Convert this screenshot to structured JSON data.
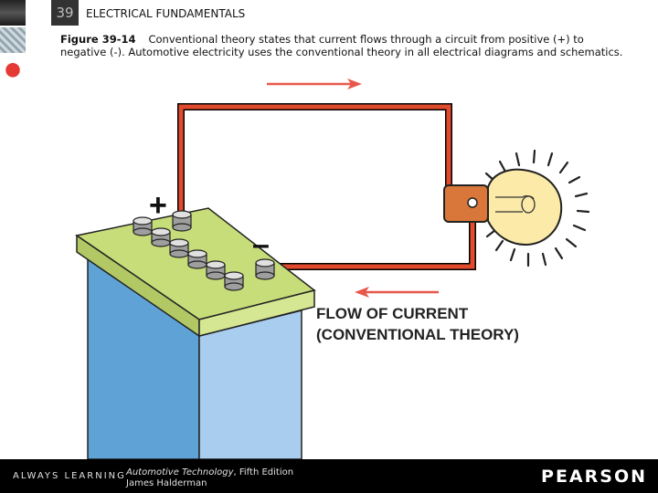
{
  "header": {
    "chapter_number": "39",
    "deck_title": "ELECTRICAL FUNDAMENTALS"
  },
  "caption": {
    "figure_label": "Figure 39-14",
    "text": "Conventional theory states that current flows through a circuit from positive (+) to negative (-). Automotive electricity uses the conventional theory in all electrical diagrams and schematics."
  },
  "diagram": {
    "plus_symbol": "+",
    "minus_symbol": "–",
    "label_line1": "FLOW OF CURRENT",
    "label_line2": "(CONVENTIONAL THEORY)",
    "wire_color": "#e04b2e",
    "arrow_color": "#e8584a",
    "battery_top_color": "#c7dd79",
    "battery_body_color": "#5fa3d6",
    "bulb_glass_color": "#fbeaa8",
    "bulb_base_color": "#d9773a"
  },
  "footer": {
    "always_learning": "ALWAYS LEARNING",
    "book_title": "Automotive Technology",
    "book_edition": ", Fifth Edition",
    "author": "James Halderman",
    "publisher": "PEARSON"
  }
}
